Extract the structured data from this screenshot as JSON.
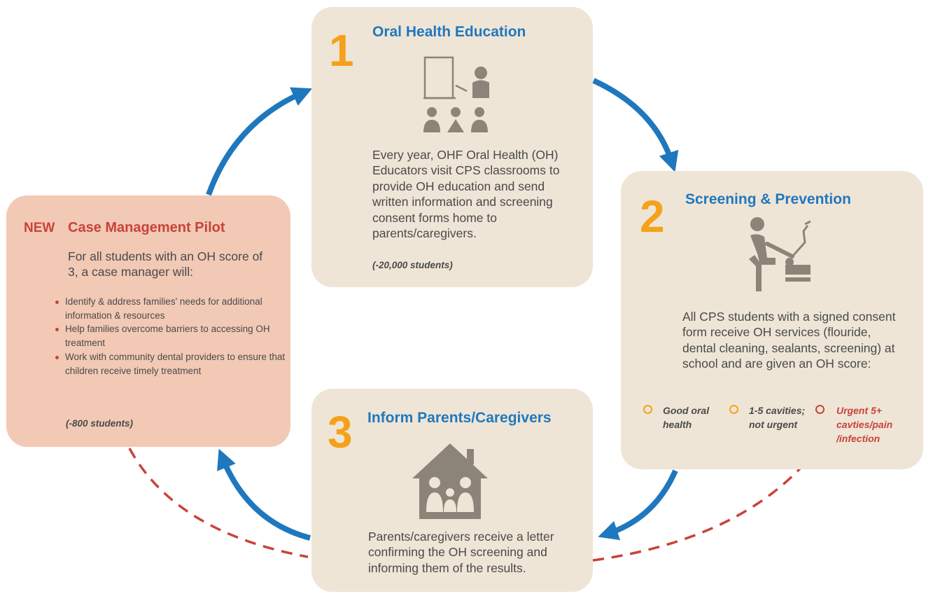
{
  "colors": {
    "card_bg": "#efe5d6",
    "case_bg": "#f2c9b5",
    "step_number": "#f5a11c",
    "title_blue": "#1f78be",
    "accent_red": "#c8433a",
    "icon_gray": "#8c8478",
    "arrow_blue": "#1f78be"
  },
  "steps": [
    {
      "number": "1",
      "title": "Oral Health Education",
      "icon": "teacher-classroom-icon",
      "text": "Every year, OHF Oral Health (OH) Educators visit CPS classrooms to provide OH education and send written information and screening consent forms home to parents/caregivers.",
      "note": "(-20,000 students)"
    },
    {
      "number": "2",
      "title": "Screening & Prevention",
      "icon": "dental-screening-icon",
      "text": "All CPS students with a signed consent form receive OH services (flouride, dental cleaning, sealants, screening) at school and are given an OH score:",
      "scores": [
        {
          "label": "Good oral health",
          "color": "#f5a11c"
        },
        {
          "label": "1-5 cavities; not urgent",
          "color": "#f5a11c"
        },
        {
          "label": "Urgent 5+ cavties/pain /infection",
          "color": "#c8433a"
        }
      ]
    },
    {
      "number": "3",
      "title": "Inform Parents/Caregivers",
      "icon": "family-house-icon",
      "text": "Parents/caregivers receive a letter confirming the OH screening and informing them of the results."
    }
  ],
  "case_management": {
    "badge": "NEW",
    "title": "Case Management Pilot",
    "intro": "For all students with an OH score of 3, a case manager will:",
    "items": [
      "Identify & address families' needs for additional information & resources",
      "Help families overcome barriers to accessing OH treatment",
      "Work with community dental providers to ensure that children receive timely treatment"
    ],
    "note": "(-800 students)"
  }
}
